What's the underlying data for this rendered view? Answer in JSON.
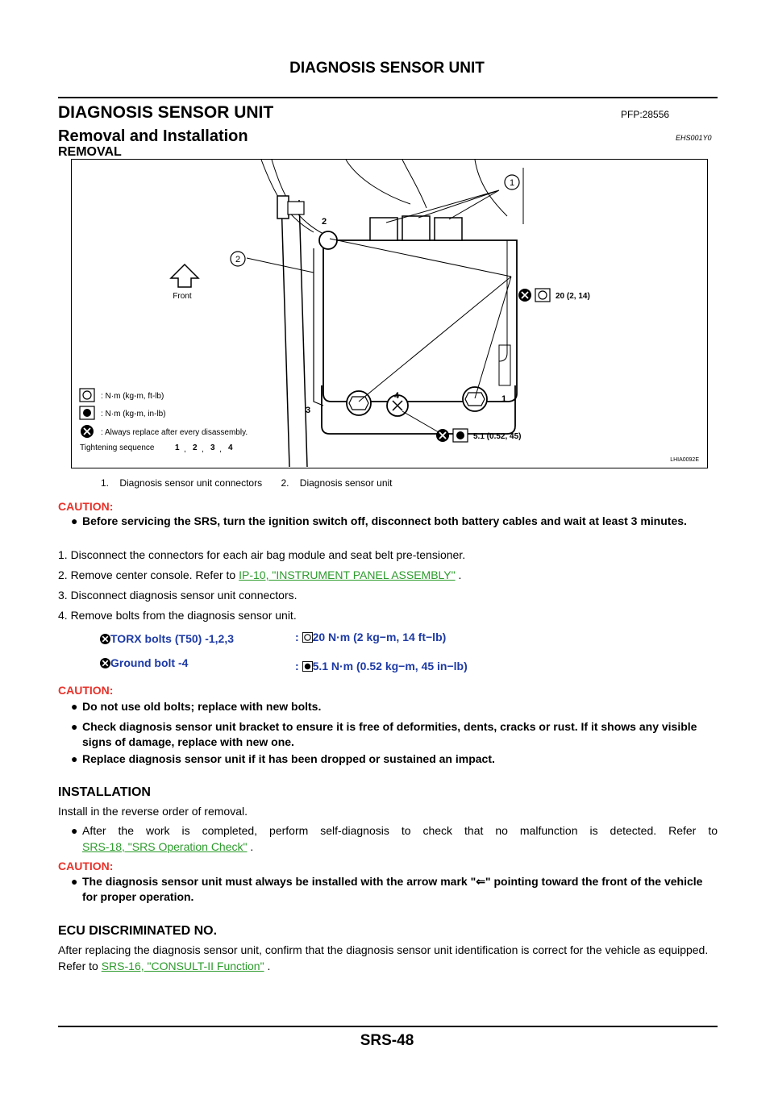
{
  "header": {
    "title": "DIAGNOSIS SENSOR UNIT"
  },
  "section": {
    "title": "DIAGNOSIS SENSOR UNIT",
    "pfp": "PFP:28556"
  },
  "subsection": {
    "title": "Removal and Installation",
    "code": "EHS001Y0"
  },
  "removal": {
    "title": "REMOVAL"
  },
  "figure": {
    "front_label": "Front",
    "callout_1": "1",
    "callout_2": "2",
    "bolt_labels": [
      "2",
      "3",
      "4",
      "1"
    ],
    "torque_top": "20 (2, 14)",
    "torque_bottom": "5.1 (0.52, 45)",
    "legend": [
      ": N·m (kg-m, ft-lb)",
      ": N·m (kg-m, in-lb)",
      ": Always replace after every disassembly."
    ],
    "tightening_label": "Tightening sequence",
    "tightening_seq": [
      "1",
      "2",
      "3",
      "4"
    ],
    "figure_code": "LHIA0092E"
  },
  "caption": "1.    Diagnosis sensor unit connectors       2.    Diagnosis sensor unit",
  "caution_label": "CAUTION:",
  "caution1": [
    "Before servicing the SRS, turn the ignition switch off, disconnect both battery cables and wait at least 3 minutes."
  ],
  "steps": {
    "s1": "1.   Disconnect the connectors for each air bag module and seat belt pre-tensioner.",
    "s2_pre": "2.   Remove center console. Refer to ",
    "s2_link": "IP-10, \"INSTRUMENT PANEL ASSEMBLY\"",
    "s2_post": " .",
    "s3": "3.   Disconnect diagnosis sensor unit connectors.",
    "s4": "4.   Remove bolts from the diagnosis sensor unit."
  },
  "specs": [
    {
      "name": "TORX bolts (T50) -1,2,3",
      "value": "20 N·m (2 kg−m, 14 ft−lb)"
    },
    {
      "name": "Ground bolt -4",
      "value": "5.1 N·m (0.52 kg−m, 45 in−lb)"
    }
  ],
  "spec_colon": ":",
  "caution2": [
    "Do not use old bolts; replace with new bolts.",
    "Check diagnosis sensor unit bracket to ensure it is free of deformities, dents, cracks or rust. If it shows any visible signs of damage, replace with new one.",
    "Replace diagnosis sensor unit if it has been dropped or sustained an impact."
  ],
  "installation": {
    "title": "INSTALLATION",
    "intro": "Install in the reverse order of removal.",
    "bullet_pre": "After the work is completed, perform self-diagnosis to check that no malfunction is detected. Refer to",
    "bullet_link": "SRS-18, \"SRS Operation Check\"",
    "bullet_post": " .",
    "caution": "The diagnosis sensor unit must always be installed with the arrow mark \"⇐\" pointing toward the front of the vehicle for proper operation."
  },
  "ecu": {
    "title": "ECU DISCRIMINATED NO.",
    "text_pre": "After replacing the diagnosis sensor unit, confirm that the diagnosis sensor unit identification is correct for the vehicle as equipped. Refer to ",
    "text_link": "SRS-16, \"CONSULT-II Function\"",
    "text_post": " ."
  },
  "page_number": "SRS-48",
  "colors": {
    "caution": "#e8322a",
    "link": "#2c9b2c",
    "spec": "#1d3aa5"
  }
}
